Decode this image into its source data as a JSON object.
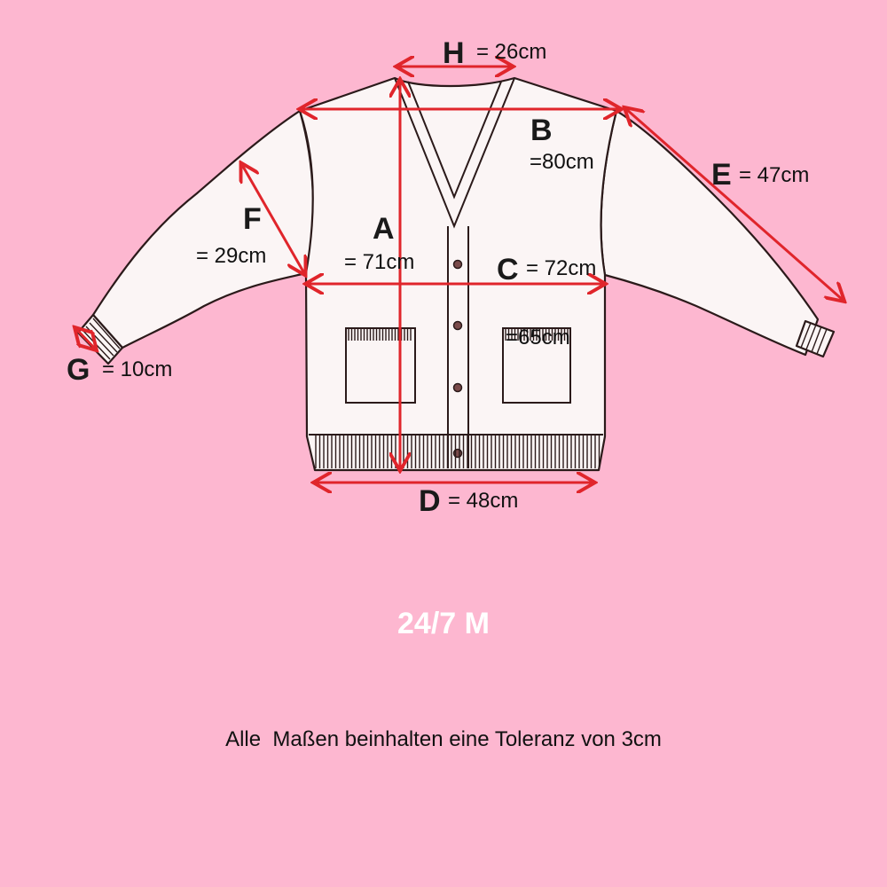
{
  "measurements": {
    "A": {
      "letter": "A",
      "value": "= 71cm"
    },
    "B": {
      "letter": "B",
      "value": "=80cm"
    },
    "C": {
      "letter": "C",
      "value": "= 72cm"
    },
    "D": {
      "letter": "D",
      "value": "= 48cm"
    },
    "E": {
      "letter": "E",
      "value": "= 47cm"
    },
    "F": {
      "letter": "F",
      "value": "= 29cm"
    },
    "G": {
      "letter": "G",
      "value": "= 10cm"
    },
    "H": {
      "letter": "H",
      "value": "= 26cm"
    },
    "pocket": {
      "value": "=65cm"
    }
  },
  "size_label": "24/7 M",
  "note": "Alle  Maßen beinhalten eine Toleranz von 3cm",
  "colors": {
    "background": "#fdb7d0",
    "arrow": "#e0252b",
    "garment_fill": "#fbf5f5",
    "outline": "#2b1a1a",
    "size_label": "#ffffff"
  }
}
